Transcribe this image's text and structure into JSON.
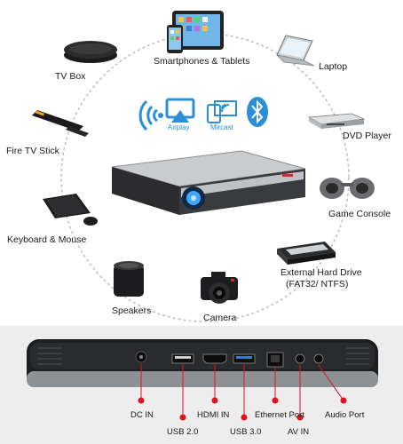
{
  "devices": {
    "smartphones_tablets": "Smartphones & Tablets",
    "laptop": "Laptop",
    "tv_box": "TV Box",
    "dvd_player": "DVD Player",
    "fire_tv_stick": "Fire TV Stick",
    "game_console": "Game Console",
    "keyboard_mouse": "Keyboard & Mouse",
    "external_drive_line1": "External Hard Drive",
    "external_drive_line2": "(FAT32/ NTFS)",
    "speakers": "Speakers",
    "camera": "Camera"
  },
  "wireless": {
    "airplay": "Airplay",
    "mircast": "Mircast"
  },
  "ports": {
    "dc_in": "DC IN",
    "usb_2": "USB 2.0",
    "hdmi_in": "HDMI IN",
    "usb_3": "USB 3.0",
    "ethernet": "Ethernet Port",
    "av_in": "AV IN",
    "audio": "Audio Port"
  },
  "colors": {
    "accent_red": "#e0121b",
    "wireless_blue": "#2b8fd8",
    "circle_gray": "#bdbdbd"
  }
}
